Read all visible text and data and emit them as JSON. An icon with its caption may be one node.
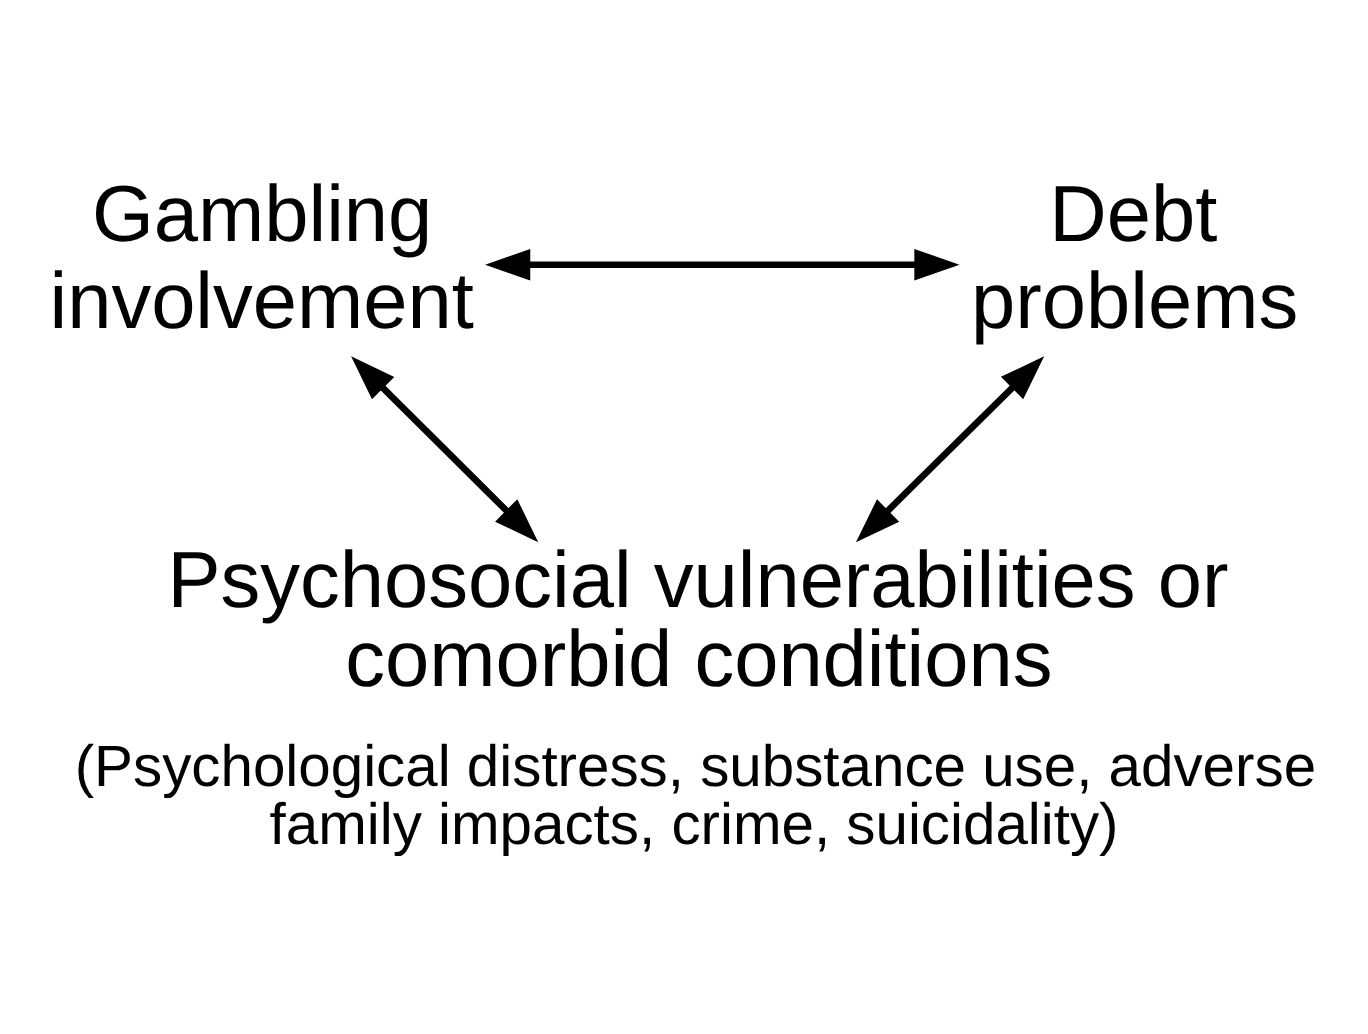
{
  "diagram": {
    "nodes": [
      {
        "text": [
          "Gambling involvement"
        ]
      },
      {
        "text": [
          "Debt problems"
        ]
      },
      {
        "text": [
          "Psychosocial vulnerabilities or comorbid conditions",
          "(Psychological distress, substance use, adverse family impacts, crime, suicidality)"
        ]
      }
    ],
    "edges": [
      {
        "from": 0,
        "to": 1,
        "arrow": "both"
      },
      {
        "from": 0,
        "to": 2,
        "arrow": "both"
      },
      {
        "from": 1,
        "to": 2,
        "arrow": "both"
      }
    ]
  }
}
